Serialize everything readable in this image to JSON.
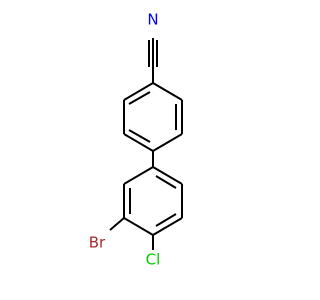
{
  "molecule": {
    "atoms": {
      "nitrogen": {
        "symbol": "N",
        "color": "#0000FF"
      },
      "bromine": {
        "symbol": "Br",
        "color": "#A52A2A"
      },
      "chlorine": {
        "symbol": "Cl",
        "color": "#00CC00"
      }
    },
    "bond_color": "#000000"
  }
}
